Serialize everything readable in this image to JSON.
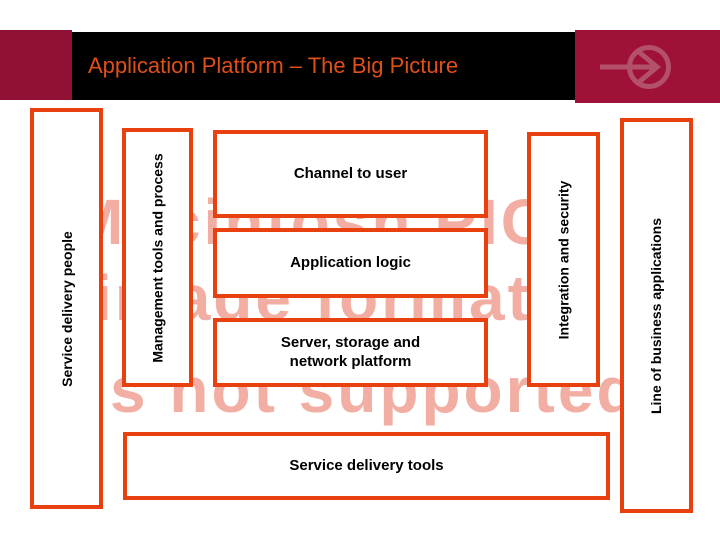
{
  "header": {
    "title": "Application Platform – The Big Picture",
    "icon": "forward-arrow-icon"
  },
  "watermark": {
    "lines": [
      "Macintosh PICT",
      "image format i",
      "s not supported"
    ]
  },
  "boxes": {
    "service_delivery_people": "Service delivery people",
    "management_tools": "Management tools and process",
    "channel_to_user": "Channel to user",
    "application_logic": "Application logic",
    "server_storage": "Server, storage and network platform",
    "service_delivery_tools": "Service delivery tools",
    "integration_security": "Integration and security",
    "line_of_business": "Line of business applications"
  },
  "colors": {
    "accent_maroon_left": "#8f1134",
    "accent_maroon_right": "#a01138",
    "title_bar_bg": "#000000",
    "title_text": "#e04f16",
    "box_border": "#e8400e",
    "box_text": "#000000",
    "watermark_pink": "#f2aea2",
    "icon_stroke": "#b25169"
  }
}
